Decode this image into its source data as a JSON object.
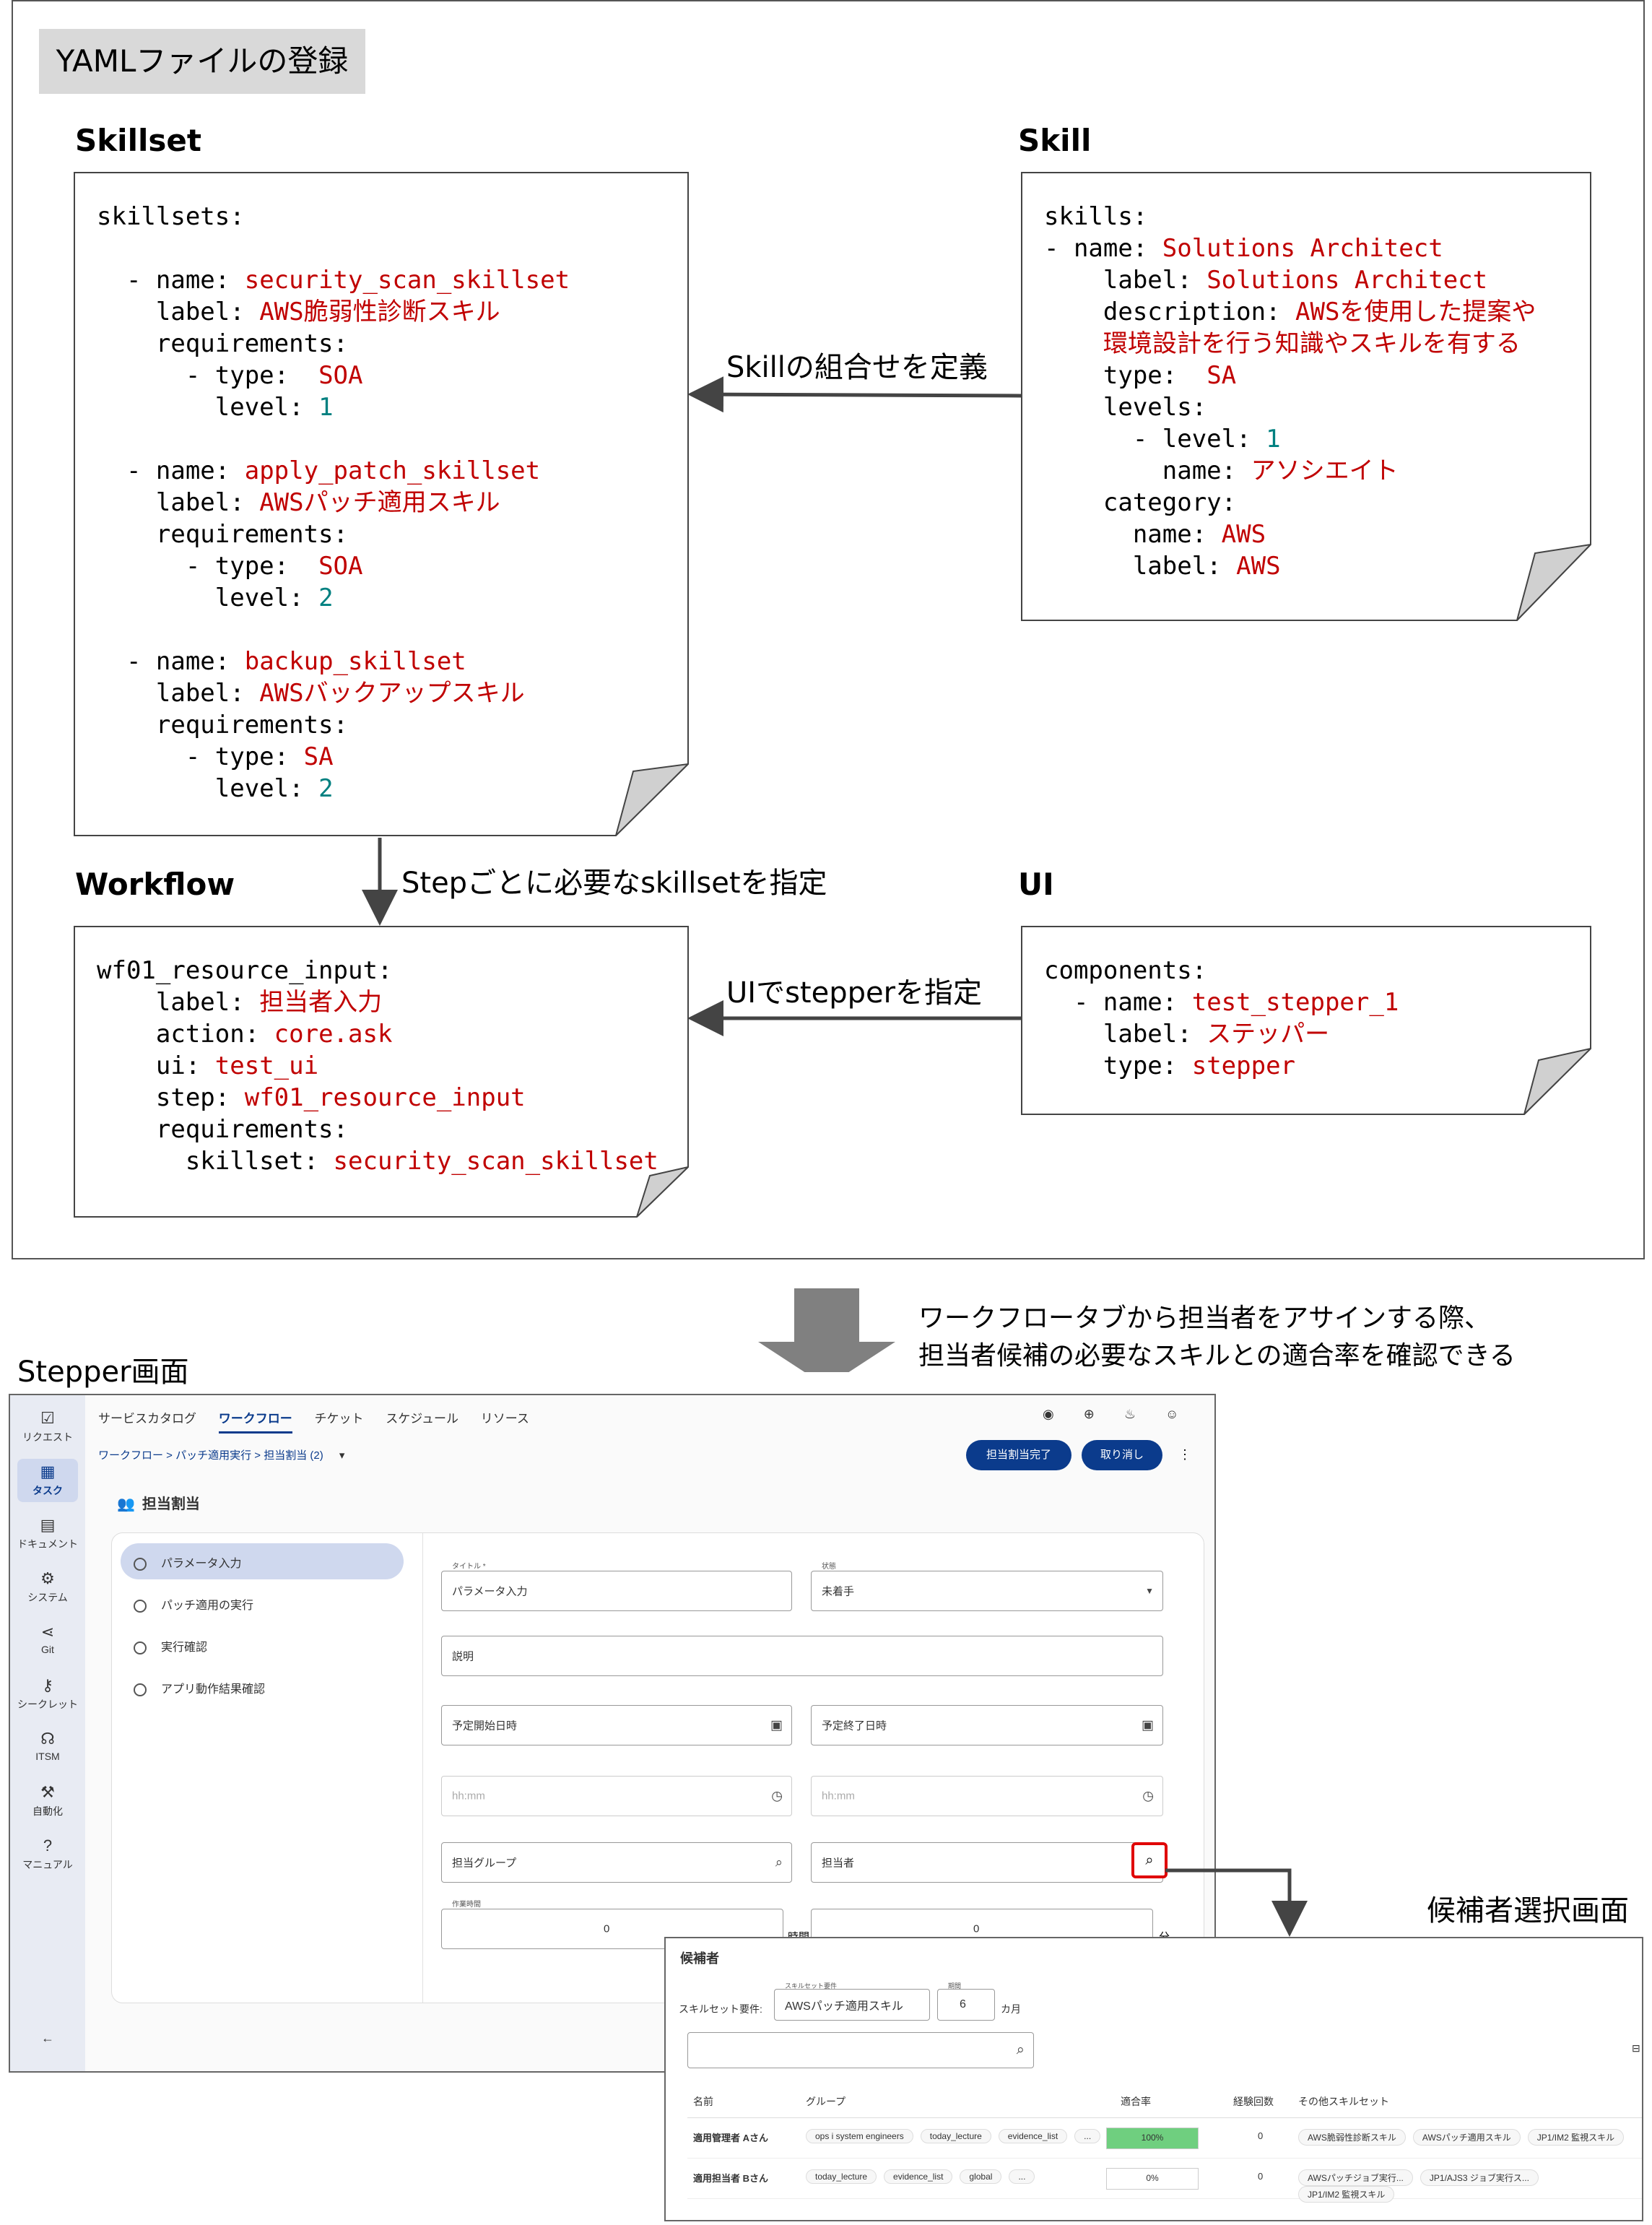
{
  "title": "YAMLファイルの登録",
  "sections": {
    "skillset": "Skillset",
    "skill": "Skill",
    "workflow": "Workflow",
    "ui": "UI"
  },
  "arrows": {
    "skill_to_skillset": "Skillの組合せを定義",
    "skillset_to_workflow": "Stepごとに必要なskillsetを指定",
    "ui_to_workflow": "UIでstepperを指定"
  },
  "description": {
    "line1": "ワークフロータブから担当者をアサインする際、",
    "line2": "担当者候補の必要なスキルとの適合率を確認できる"
  },
  "stepper_caption": "Stepper画面",
  "candidate_caption": "候補者選択画面",
  "skillset_yaml": {
    "root": "skillsets:",
    "items": [
      {
        "name": "security_scan_skillset",
        "label": "AWS脆弱性診断スキル",
        "type": "SOA",
        "level": "1"
      },
      {
        "name": "apply_patch_skillset",
        "label": "AWSパッチ適用スキル",
        "type": "SOA",
        "level": "2"
      },
      {
        "name": "backup_skillset",
        "label": "AWSバックアップスキル",
        "type": "SA",
        "level": "2"
      }
    ]
  },
  "skill_yaml": {
    "root": "skills:",
    "name": "Solutions Architect",
    "label": "Solutions Architect",
    "description_1": "AWSを使用した提案や",
    "description_2": "環境設計を行う知識やスキルを有する",
    "type": "SA",
    "level": "1",
    "level_name": "アソシエイト",
    "category_name": "AWS",
    "category_label": "AWS"
  },
  "workflow_yaml": {
    "root": "wf01_resource_input:",
    "label": "担当者入力",
    "action": "core.ask",
    "ui": "test_ui",
    "step": "wf01_resource_input",
    "skillset": "security_scan_skillset"
  },
  "ui_yaml": {
    "root": "components:",
    "name": "test_stepper_1",
    "label": "ステッパー",
    "type": "stepper"
  },
  "stepper": {
    "sidebar": [
      {
        "icon": "☑",
        "label": "リクエスト"
      },
      {
        "icon": "▦",
        "label": "タスク"
      },
      {
        "icon": "▤",
        "label": "ドキュメント"
      },
      {
        "icon": "⚙",
        "label": "システム"
      },
      {
        "icon": "⋖",
        "label": "Git"
      },
      {
        "icon": "⚷",
        "label": "シークレット"
      },
      {
        "icon": "☊",
        "label": "ITSM"
      },
      {
        "icon": "⚒",
        "label": "自動化"
      },
      {
        "icon": "?",
        "label": "マニュアル"
      }
    ],
    "collapse": "←",
    "tabs": [
      "サービスカタログ",
      "ワークフロー",
      "チケット",
      "スケジュール",
      "リソース"
    ],
    "breadcrumb": "ワークフロー > パッチ適用実行 > 担当割当 (2)",
    "buttons": {
      "complete": "担当割当完了",
      "cancel": "取り消し"
    },
    "heading": "担当割当",
    "steps": [
      "パラメータ入力",
      "パッチ適用の実行",
      "実行確認",
      "アプリ動作結果確認"
    ],
    "form": {
      "title_label": "タイトル *",
      "title_value": "パラメータ入力",
      "status_label": "状態",
      "status_value": "未着手",
      "description": "説明",
      "start": "予定開始日時",
      "end": "予定終了日時",
      "time_ph": "hh:mm",
      "group": "担当グループ",
      "assignee": "担当者",
      "work_time_label": "作業時間",
      "hours_value": "0",
      "hours_unit": "時間",
      "minutes_value": "0",
      "minutes_unit": "分"
    }
  },
  "candidate": {
    "title": "候補者",
    "req_label": "スキルセット要件:",
    "req_small": "スキルセット要件",
    "req_value": "AWSパッチ適用スキル",
    "period_small": "期間",
    "period_value": "6",
    "period_unit": "カ月",
    "columns": [
      "名前",
      "グループ",
      "適合率",
      "経験回数",
      "その他スキルセット"
    ],
    "rows": [
      {
        "name": "適用管理者 Aさん",
        "groups": [
          "ops i system engineers",
          "today_lecture",
          "evidence_list",
          "..."
        ],
        "rate": "100%",
        "rate_fill": 1.0,
        "count": "0",
        "skills": [
          "AWS脆弱性診断スキル",
          "AWSパッチ適用スキル",
          "JP1/IM2 監視スキル"
        ]
      },
      {
        "name": "適用担当者 Bさん",
        "groups": [
          "today_lecture",
          "evidence_list",
          "global",
          "..."
        ],
        "rate": "0%",
        "rate_fill": 0.0,
        "count": "0",
        "skills": [
          "AWSパッチジョブ実行...",
          "JP1/AJS3 ジョブ実行ス...",
          "JP1/IM2 監視スキル"
        ]
      }
    ]
  },
  "colors": {
    "value": "#c00000",
    "number": "#008080",
    "accent": "#0b3b8c",
    "highlight": "#e00000",
    "rate_bar": "#6fcf7f"
  }
}
